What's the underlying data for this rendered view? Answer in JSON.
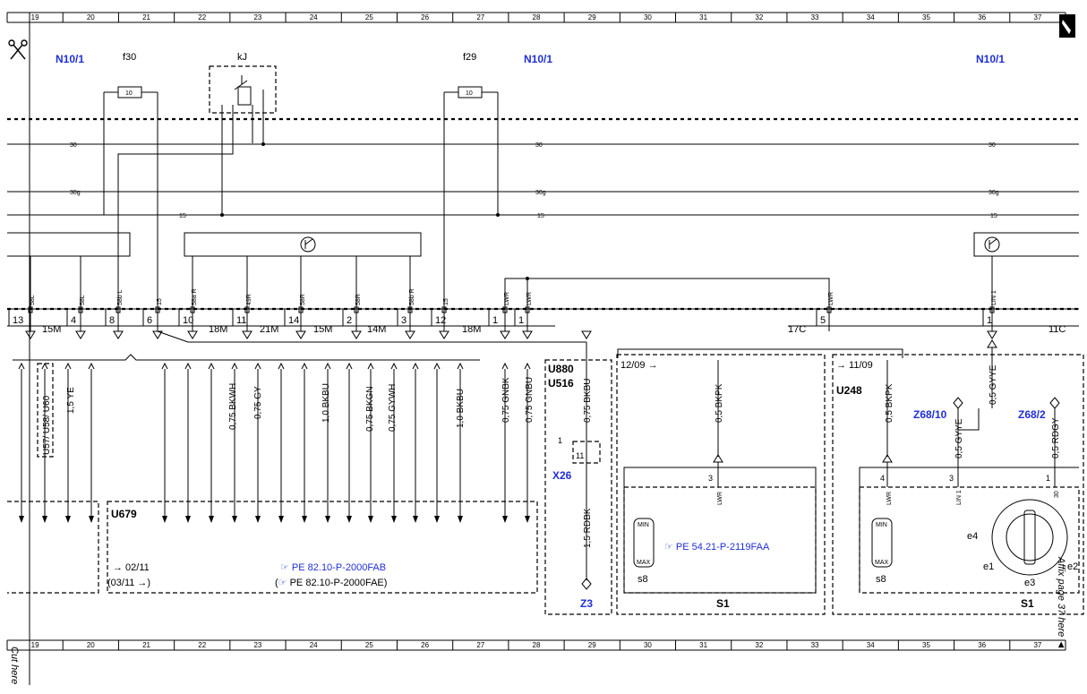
{
  "grid": {
    "columns": [
      "19",
      "20",
      "21",
      "22",
      "23",
      "24",
      "25",
      "26",
      "27",
      "28",
      "29",
      "30",
      "31",
      "32",
      "33",
      "34",
      "35",
      "36",
      "37"
    ]
  },
  "components": {
    "n10_1_left": "N10/1",
    "n10_1_mid": "N10/1",
    "n10_1_right": "N10/1",
    "f30": "f30",
    "kj": "kJ",
    "f29": "f29",
    "fuse_f30_value": "10",
    "fuse_f29_value": "10"
  },
  "bus_lines": {
    "l30_a": "30",
    "l30_b": "30",
    "l30_c": "30",
    "l30g_a": "30g",
    "l30g_b": "30g",
    "l30g_c": "30g",
    "l15_a": "15",
    "l15_b": "15",
    "l15_c": "15"
  },
  "connectors": {
    "c15m_a": "15M",
    "c18m_a": "18M",
    "c21m": "21M",
    "c15m_b": "15M",
    "c14m": "14M",
    "c18m_b": "18M",
    "c17c": "17C",
    "c11c": "11C",
    "pins": [
      "13",
      "4",
      "8",
      "6",
      "10",
      "11",
      "14",
      "2",
      "3",
      "12",
      "1",
      "5",
      "1"
    ]
  },
  "pin_labels": [
    "58L",
    "58L",
    "58b L",
    "15",
    "58a R",
    "49R",
    "58R",
    "58R",
    "58b R",
    "15",
    "LWR",
    "LWR",
    "LWR",
    "LIN 1"
  ],
  "wires": {
    "u57": "U57/ U58/ U60",
    "w15ye": "1,5 YE",
    "w075bkwh": "0,75 BKWH",
    "w075gy": "0,75 GY",
    "w10bkbu_a": "1,0 BKBU",
    "w075bkgn": "0,75 BKGN",
    "w075gywh": "0,75 GYWH",
    "w10bkbu_b": "1,0 BKBU",
    "w075gnbk": "0,75 GNBK",
    "w075gnbu": "0,75 GNBU",
    "w075bkbu": "0,75 BKBU",
    "w15rdbk": "1,5 RDBK",
    "w05bkpk_a": "0,5 BKPK",
    "w05bkpk_b": "0,5 BKPK",
    "w05gyye_a": "0,5 GYYE",
    "w05gyye_b": "0,5 GYYE",
    "w05rdgy": "0,5 RDGY"
  },
  "blocks": {
    "u679": "U679",
    "date_a": "→ 02/11",
    "date_b": "(03/11 →)",
    "ref_a": "PE 82.10-P-2000FAB",
    "ref_b": "PE 82.10-P-2000FAE)",
    "ref_b_paren": "(",
    "u880": "U880",
    "u516": "U516",
    "x26": "X26",
    "x26_pin1": "1",
    "x26_pin11": "11",
    "z3": "Z3",
    "d1209": "12/09 →",
    "d1109": "→ 11/09",
    "u248": "U248",
    "ref_c": "PE 54.21-P-2119FAA",
    "s8_a": "s8",
    "s8_b": "s8",
    "s1_a": "S1",
    "s1_b": "S1",
    "z68_10": "Z68/10",
    "z68_2": "Z68/2",
    "pin3_a": "3",
    "pin4": "4",
    "pin3_b": "3",
    "pin1_b": "1",
    "lwr_a": "LWR",
    "lwr_b": "LWR",
    "lin1_b": "LIN 1",
    "p30": "30",
    "e4": "e4",
    "e1": "e1",
    "e2": "e2",
    "e3": "e3",
    "min_a": "MIN",
    "max_a": "MAX",
    "min_b": "MIN",
    "max_b": "MAX"
  },
  "margin": {
    "cut_here": "Cut here",
    "affix": "Affix page 37 here ◄"
  },
  "colors": {
    "reference_blue": "#1f2fd8",
    "line": "#000000"
  }
}
